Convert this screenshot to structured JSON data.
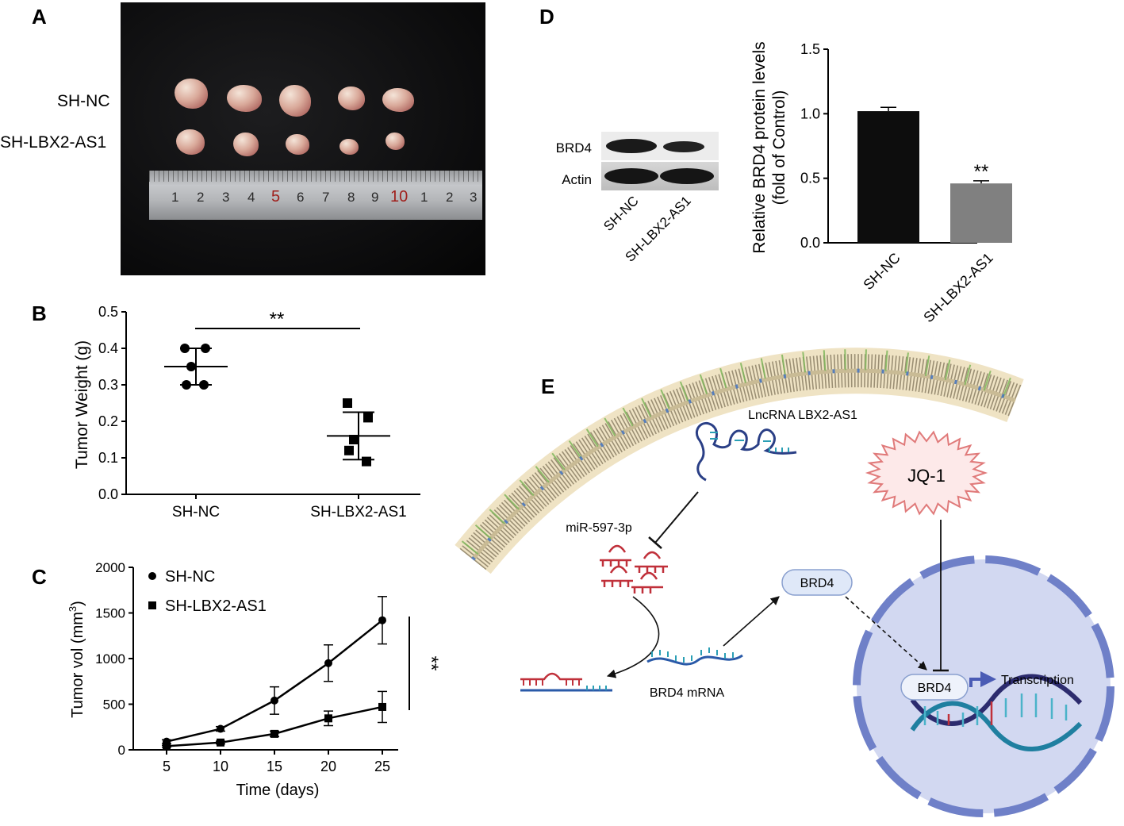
{
  "panels": {
    "A": "A",
    "B": "B",
    "C": "C",
    "D": "D",
    "E": "E"
  },
  "panelA": {
    "row_labels": [
      "SH-NC",
      "SH-LBX2-AS1"
    ],
    "ruler_numbers": [
      "1",
      "2",
      "3",
      "4",
      "5",
      "6",
      "7",
      "8",
      "9",
      "10",
      "1",
      "2",
      "3"
    ]
  },
  "chart_data": [
    {
      "id": "B",
      "type": "scatter",
      "ylabel": "Tumor Weight (g)",
      "categories": [
        "SH-NC",
        "SH-LBX2-AS1"
      ],
      "ylim": [
        0,
        0.5
      ],
      "yticks": [
        "0.0",
        "0.1",
        "0.2",
        "0.3",
        "0.4",
        "0.5"
      ],
      "series": [
        {
          "name": "SH-NC",
          "marker": "circle",
          "points": [
            0.4,
            0.4,
            0.35,
            0.3,
            0.3
          ],
          "mean": 0.35,
          "sd": 0.05
        },
        {
          "name": "SH-LBX2-AS1",
          "marker": "square",
          "points": [
            0.25,
            0.21,
            0.15,
            0.12,
            0.09
          ],
          "mean": 0.16,
          "sd": 0.065
        }
      ],
      "significance": "**"
    },
    {
      "id": "C",
      "type": "line",
      "xlabel": "Time (days)",
      "ylabel": "Tumor vol (mm",
      "ylabel_sup": "3",
      "ylabel_tail": ")",
      "x": [
        5,
        10,
        15,
        20,
        25
      ],
      "ylim": [
        0,
        2000
      ],
      "yticks": [
        "0",
        "500",
        "1000",
        "1500",
        "2000"
      ],
      "series": [
        {
          "name": "SH-NC",
          "marker": "circle",
          "values": [
            90,
            230,
            540,
            950,
            1420
          ],
          "err": [
            20,
            25,
            150,
            200,
            260
          ]
        },
        {
          "name": "SH-LBX2-AS1",
          "marker": "square",
          "values": [
            40,
            80,
            175,
            345,
            470
          ],
          "err": [
            10,
            15,
            30,
            80,
            170
          ]
        }
      ],
      "significance": "**"
    },
    {
      "id": "D",
      "type": "bar",
      "ylabel": "Relative BRD4 protein levels",
      "ylabel2": "(fold of Control)",
      "categories": [
        "SH-NC",
        "SH-LBX2-AS1"
      ],
      "values": [
        1.02,
        0.46
      ],
      "err": [
        0.03,
        0.02
      ],
      "colors": [
        "#0d0d0d",
        "#808080"
      ],
      "ylim": [
        0,
        1.5
      ],
      "yticks": [
        "0.0",
        "0.5",
        "1.0",
        "1.5"
      ],
      "significance": "**"
    }
  ],
  "blot": {
    "labels": [
      "BRD4",
      "Actin"
    ],
    "lanes": [
      "SH-NC",
      "SH-LBX2-AS1"
    ]
  },
  "diagram": {
    "lncrna": "LncRNA LBX2-AS1",
    "mirna": "miR-597-3p",
    "jq1": "JQ-1",
    "brd4_protein": "BRD4",
    "brd4_mrna": "BRD4 mRNA",
    "brd4_nucleus": "BRD4",
    "transcription": "Transcription"
  }
}
